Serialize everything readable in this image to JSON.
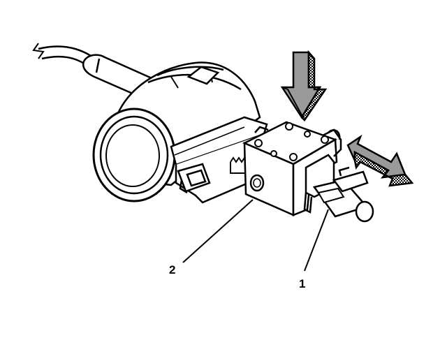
{
  "callouts": [
    {
      "id": "1",
      "label": "1"
    },
    {
      "id": "2",
      "label": "2"
    }
  ],
  "colors": {
    "ink": "#000000",
    "paper": "#ffffff",
    "arrow_fill": "#9a9a9a"
  }
}
